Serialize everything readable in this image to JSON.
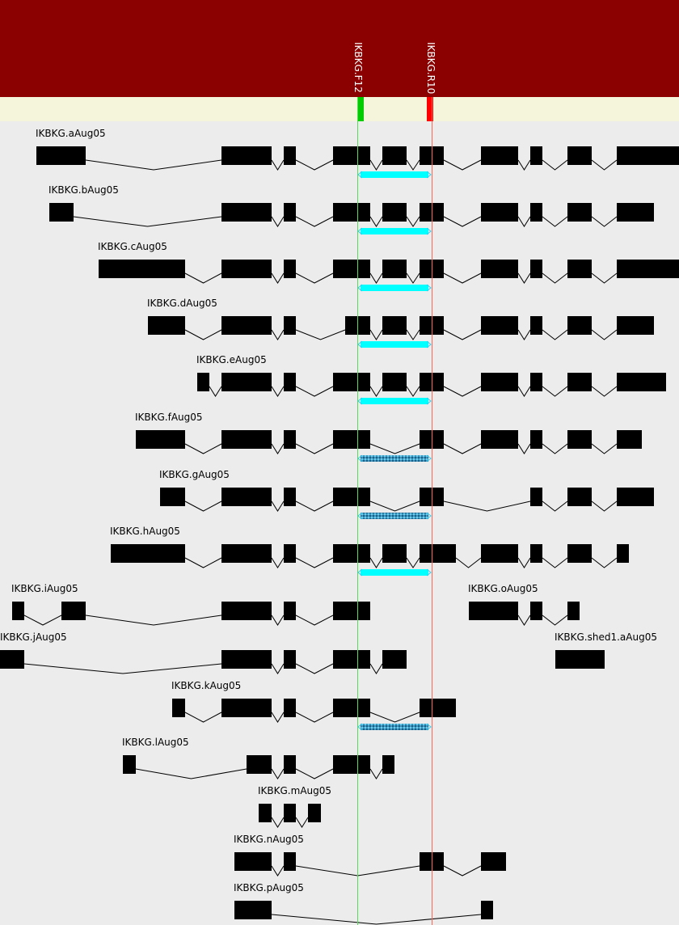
{
  "primers": [
    {
      "name": "IKBKG.F12",
      "color": "#00cc00",
      "line_color": "#55dd55"
    },
    {
      "name": "IKBKG.R10",
      "color": "#ff0000",
      "line_color": "#ff6655"
    }
  ],
  "colors": {
    "header": "#8b0000",
    "primer_track": "#f5f5dc",
    "background": "#ececec",
    "exon": "#000000",
    "product": "#00ffff",
    "product_alt": "#33aadd"
  },
  "transcripts": [
    {
      "name": "IKBKG.aAug05",
      "product": "full"
    },
    {
      "name": "IKBKG.bAug05",
      "product": "full"
    },
    {
      "name": "IKBKG.cAug05",
      "product": "full"
    },
    {
      "name": "IKBKG.dAug05",
      "product": "full"
    },
    {
      "name": "IKBKG.eAug05",
      "product": "full"
    },
    {
      "name": "IKBKG.fAug05",
      "product": "alt"
    },
    {
      "name": "IKBKG.gAug05",
      "product": "alt"
    },
    {
      "name": "IKBKG.hAug05",
      "product": "full"
    },
    {
      "name": "IKBKG.iAug05",
      "product": "none"
    },
    {
      "name": "IKBKG.oAug05",
      "product": "none"
    },
    {
      "name": "IKBKG.jAug05",
      "product": "none"
    },
    {
      "name": "IKBKG.shed1.aAug05",
      "product": "none"
    },
    {
      "name": "IKBKG.kAug05",
      "product": "alt"
    },
    {
      "name": "IKBKG.lAug05",
      "product": "none"
    },
    {
      "name": "IKBKG.mAug05",
      "product": "none"
    },
    {
      "name": "IKBKG.nAug05",
      "product": "none"
    },
    {
      "name": "IKBKG.pAug05",
      "product": "none"
    }
  ]
}
